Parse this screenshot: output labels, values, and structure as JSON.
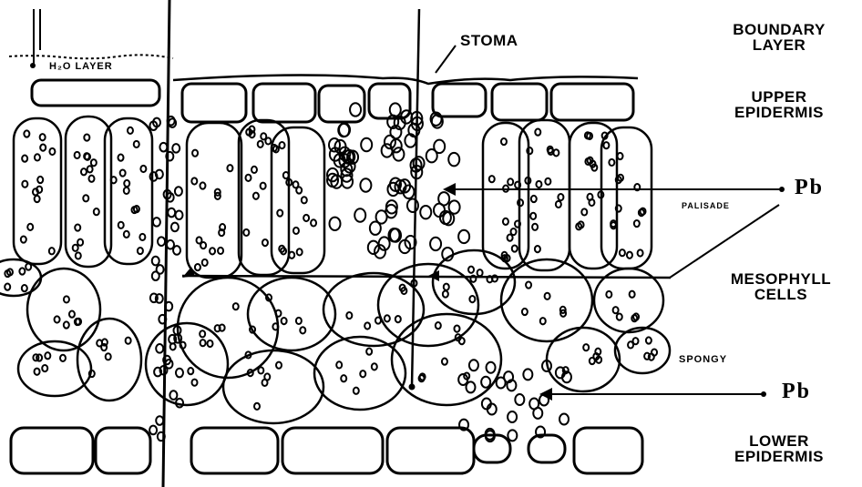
{
  "labels": {
    "boundary_layer": [
      "BOUNDARY",
      "LAYER"
    ],
    "upper_epidermis": [
      "UPPER",
      "EPIDERMIS"
    ],
    "mesophyll_cells": [
      "MESOPHYLL",
      "CELLS"
    ],
    "lower_epidermis": [
      "LOWER",
      "EPIDERMIS"
    ],
    "stoma": "STOMA",
    "h2o_layer": "H₂O LAYER",
    "palisade": "PALISADE",
    "spongy": "SPONGY",
    "pb_top": "Pb",
    "pb_bottom": "Pb"
  }
}
